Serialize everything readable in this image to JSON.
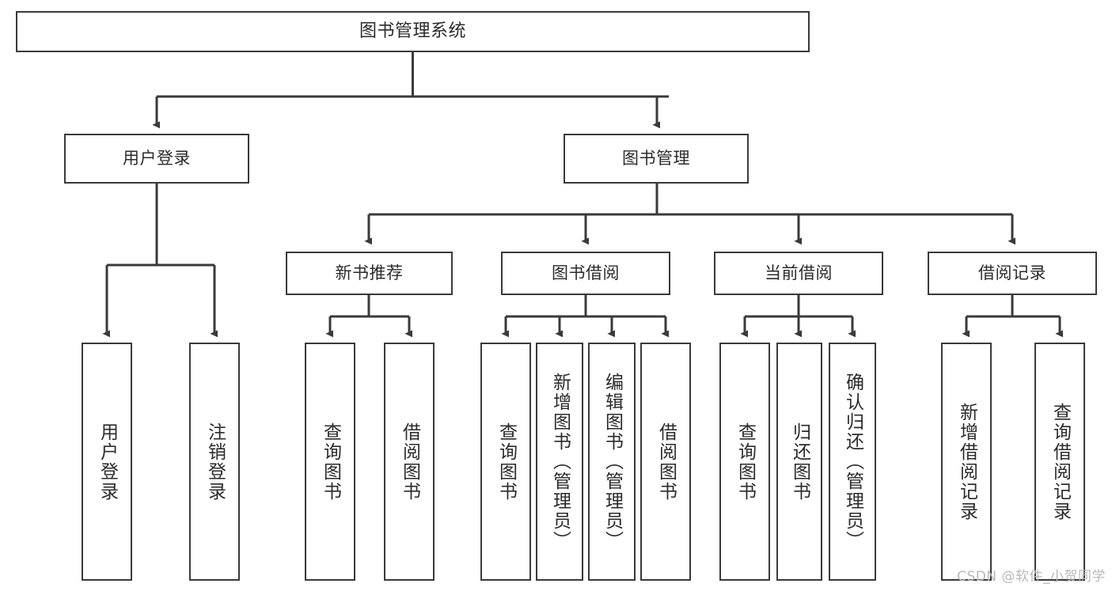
{
  "diagram": {
    "title": "图书管理系统",
    "type": "tree-hierarchy-chart",
    "watermark": "CSDN @软件_小贺同学",
    "colors": {
      "stroke": "#3a3a3a",
      "text": "#2b2b2b",
      "background": "#ffffff",
      "watermark": "#b9b9b9"
    },
    "nodes": {
      "root": {
        "label": "图书管理系统"
      },
      "level2": [
        {
          "label": "用户登录"
        },
        {
          "label": "图书管理"
        }
      ],
      "level3": [
        {
          "label": "新书推荐"
        },
        {
          "label": "图书借阅"
        },
        {
          "label": "当前借阅"
        },
        {
          "label": "借阅记录"
        }
      ],
      "leaves": {
        "user_login": [
          {
            "label": "用户登录"
          },
          {
            "label": "注销登录"
          }
        ],
        "new_book_recommend": [
          {
            "label": "查询图书"
          },
          {
            "label": "借阅图书"
          }
        ],
        "book_borrow": [
          {
            "label": "查询图书"
          },
          {
            "label": "新增图书（管理员）"
          },
          {
            "label": "编辑图书（管理员）"
          },
          {
            "label": "借阅图书"
          }
        ],
        "current_borrow": [
          {
            "label": "查询图书"
          },
          {
            "label": "归还图书"
          },
          {
            "label": "确认归还（管理员）"
          }
        ],
        "borrow_record": [
          {
            "label": "新增借阅记录"
          },
          {
            "label": "查询借阅记录"
          }
        ]
      }
    }
  }
}
